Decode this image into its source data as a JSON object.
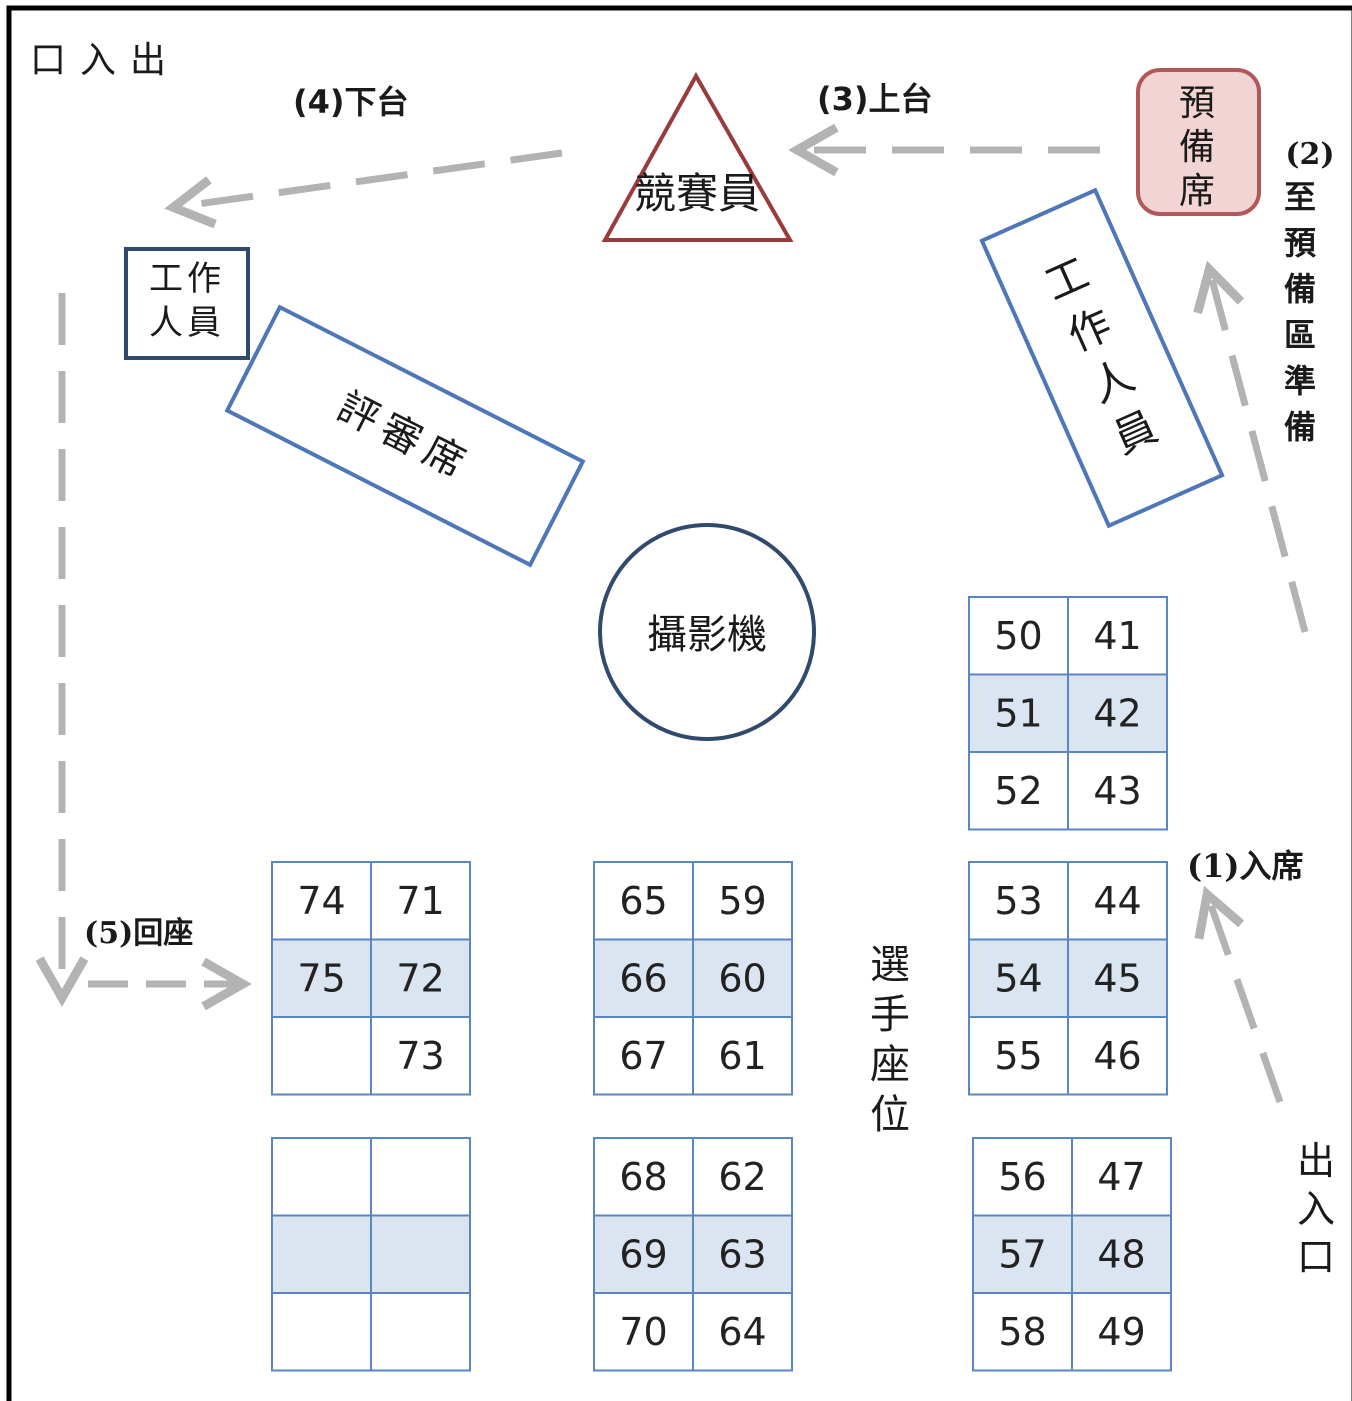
{
  "labels": {
    "top_left_entrance": "口入出",
    "step4": "(4)下台",
    "step3": "(3)上台",
    "contestant": "競賽員",
    "standby": "預備席",
    "step2_num": "(2)",
    "step2_text": "至預備區準備",
    "staff_left": "工作人員",
    "staff_right": "工作人員",
    "judges": "評審席",
    "camera": "攝影機",
    "step1": "(1)入席",
    "step5": "(5)回座",
    "players_seats": "選手座位",
    "right_entrance": "出入口"
  },
  "seating": {
    "left_top": [
      "74",
      "71",
      "75",
      "72",
      "",
      "73"
    ],
    "left_bottom": [
      "",
      "",
      "",
      "",
      "",
      ""
    ],
    "mid_top": [
      "65",
      "59",
      "66",
      "60",
      "67",
      "61"
    ],
    "mid_bottom": [
      "68",
      "62",
      "69",
      "63",
      "70",
      "64"
    ],
    "right_a": [
      "50",
      "41",
      "51",
      "42",
      "52",
      "43"
    ],
    "right_b": [
      "53",
      "44",
      "54",
      "45",
      "55",
      "46"
    ],
    "right_c": [
      "56",
      "47",
      "57",
      "48",
      "58",
      "49"
    ]
  },
  "colors": {
    "border": "#000000",
    "arrow": "#b3b3b3",
    "cell_border": "#5b86c4",
    "cell_highlight": "#dbe5f1",
    "box_border": "#4f77b7",
    "dark_box_border": "#2f4a6d",
    "triangle": "#9a3a3a",
    "standby_fill": "#f2d4d4",
    "standby_border": "#b25858"
  }
}
